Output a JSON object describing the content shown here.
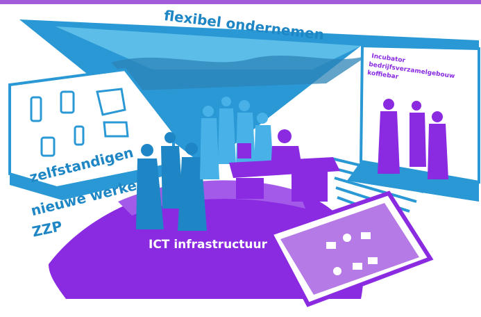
{
  "banner": {
    "top_label": "flexibel ondernemen",
    "left_labels": [
      "zelfstandigen",
      "nieuwe werken",
      "ZZP"
    ],
    "floor_label": "ICT infrastructuur",
    "right_panel_lines": [
      "Incubator",
      "bedrijfsverzamelgebouw",
      "koffiebar"
    ]
  },
  "colors": {
    "blue": "#1e86c4",
    "light_blue": "#41b4e3",
    "purple": "#8a2be2",
    "light_purple": "#b57ae6",
    "white": "#ffffff"
  },
  "icons": [
    "mobile-phone-icon",
    "smartphone-icon",
    "desk-phone-icon",
    "tablet-icon",
    "cordless-phone-icon",
    "laptop-icon",
    "mail-icon",
    "location-icon",
    "people-icon",
    "chart-icon",
    "clock-icon"
  ]
}
